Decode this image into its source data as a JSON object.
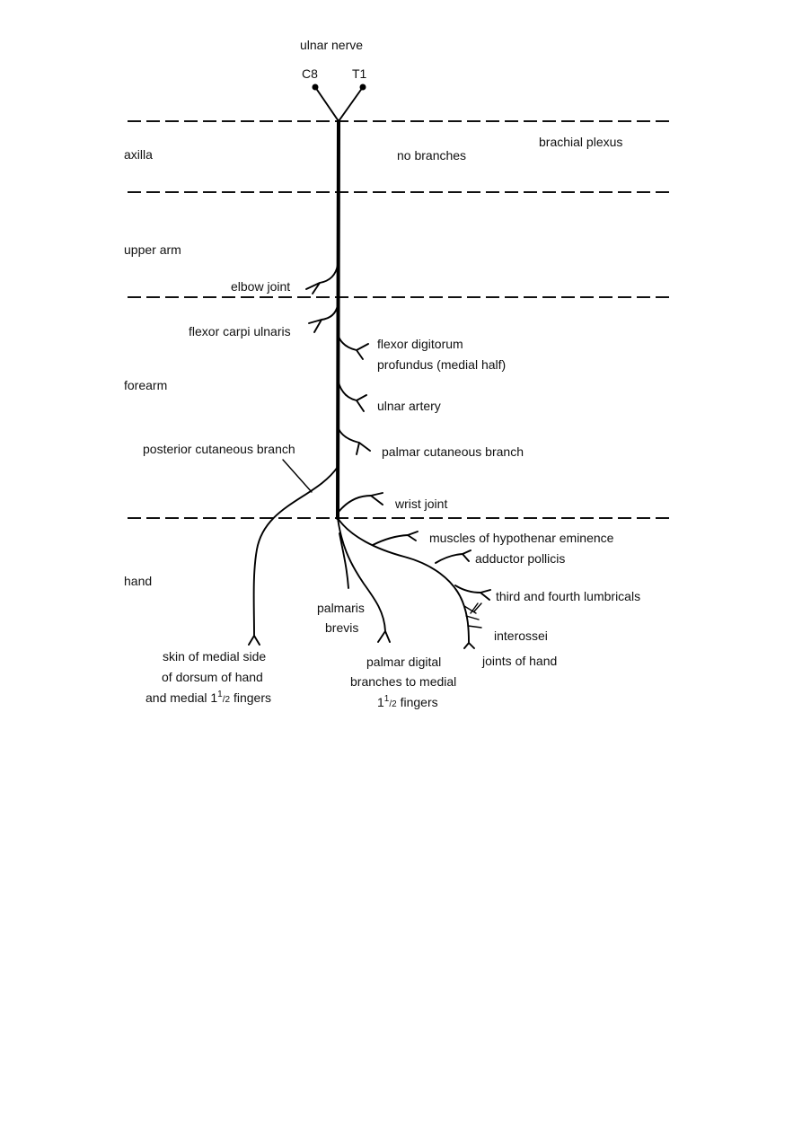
{
  "title": "ulnar nerve",
  "roots": [
    "C8",
    "T1"
  ],
  "regions": {
    "axilla": "axilla",
    "upper_arm": "upper arm",
    "forearm": "forearm",
    "hand": "hand"
  },
  "axilla_note": "no branches",
  "plexus_label": "brachial plexus",
  "branches": {
    "elbow_joint": "elbow joint",
    "flexor_carpi_ulnaris": "flexor carpi ulnaris",
    "fdp_line1": "flexor digitorum",
    "fdp_line2": "profundus (medial half)",
    "ulnar_artery": "ulnar artery",
    "posterior_cutaneous": "posterior cutaneous branch",
    "palmar_cutaneous": "palmar cutaneous branch",
    "wrist_joint": "wrist joint",
    "hypothenar": "muscles of hypothenar eminence",
    "adductor_pollicis": "adductor pollicis",
    "lumbricals": "third and fourth lumbricals",
    "interossei": "interossei",
    "joints_of_hand": "joints of hand",
    "palmaris_line1": "palmaris",
    "palmaris_line2": "brevis",
    "skin_line1": "skin of medial side",
    "skin_line2": "of dorsum of hand",
    "skin_line3_pre": "and medial 1",
    "skin_line3_sup": "1",
    "skin_line3_sub": "/2",
    "skin_line3_post": " fingers",
    "digital_line1": "palmar digital",
    "digital_line2": "branches to medial",
    "digital_line3_pre": "1",
    "digital_line3_sup": "1",
    "digital_line3_sub": "/2",
    "digital_line3_post": " fingers"
  }
}
